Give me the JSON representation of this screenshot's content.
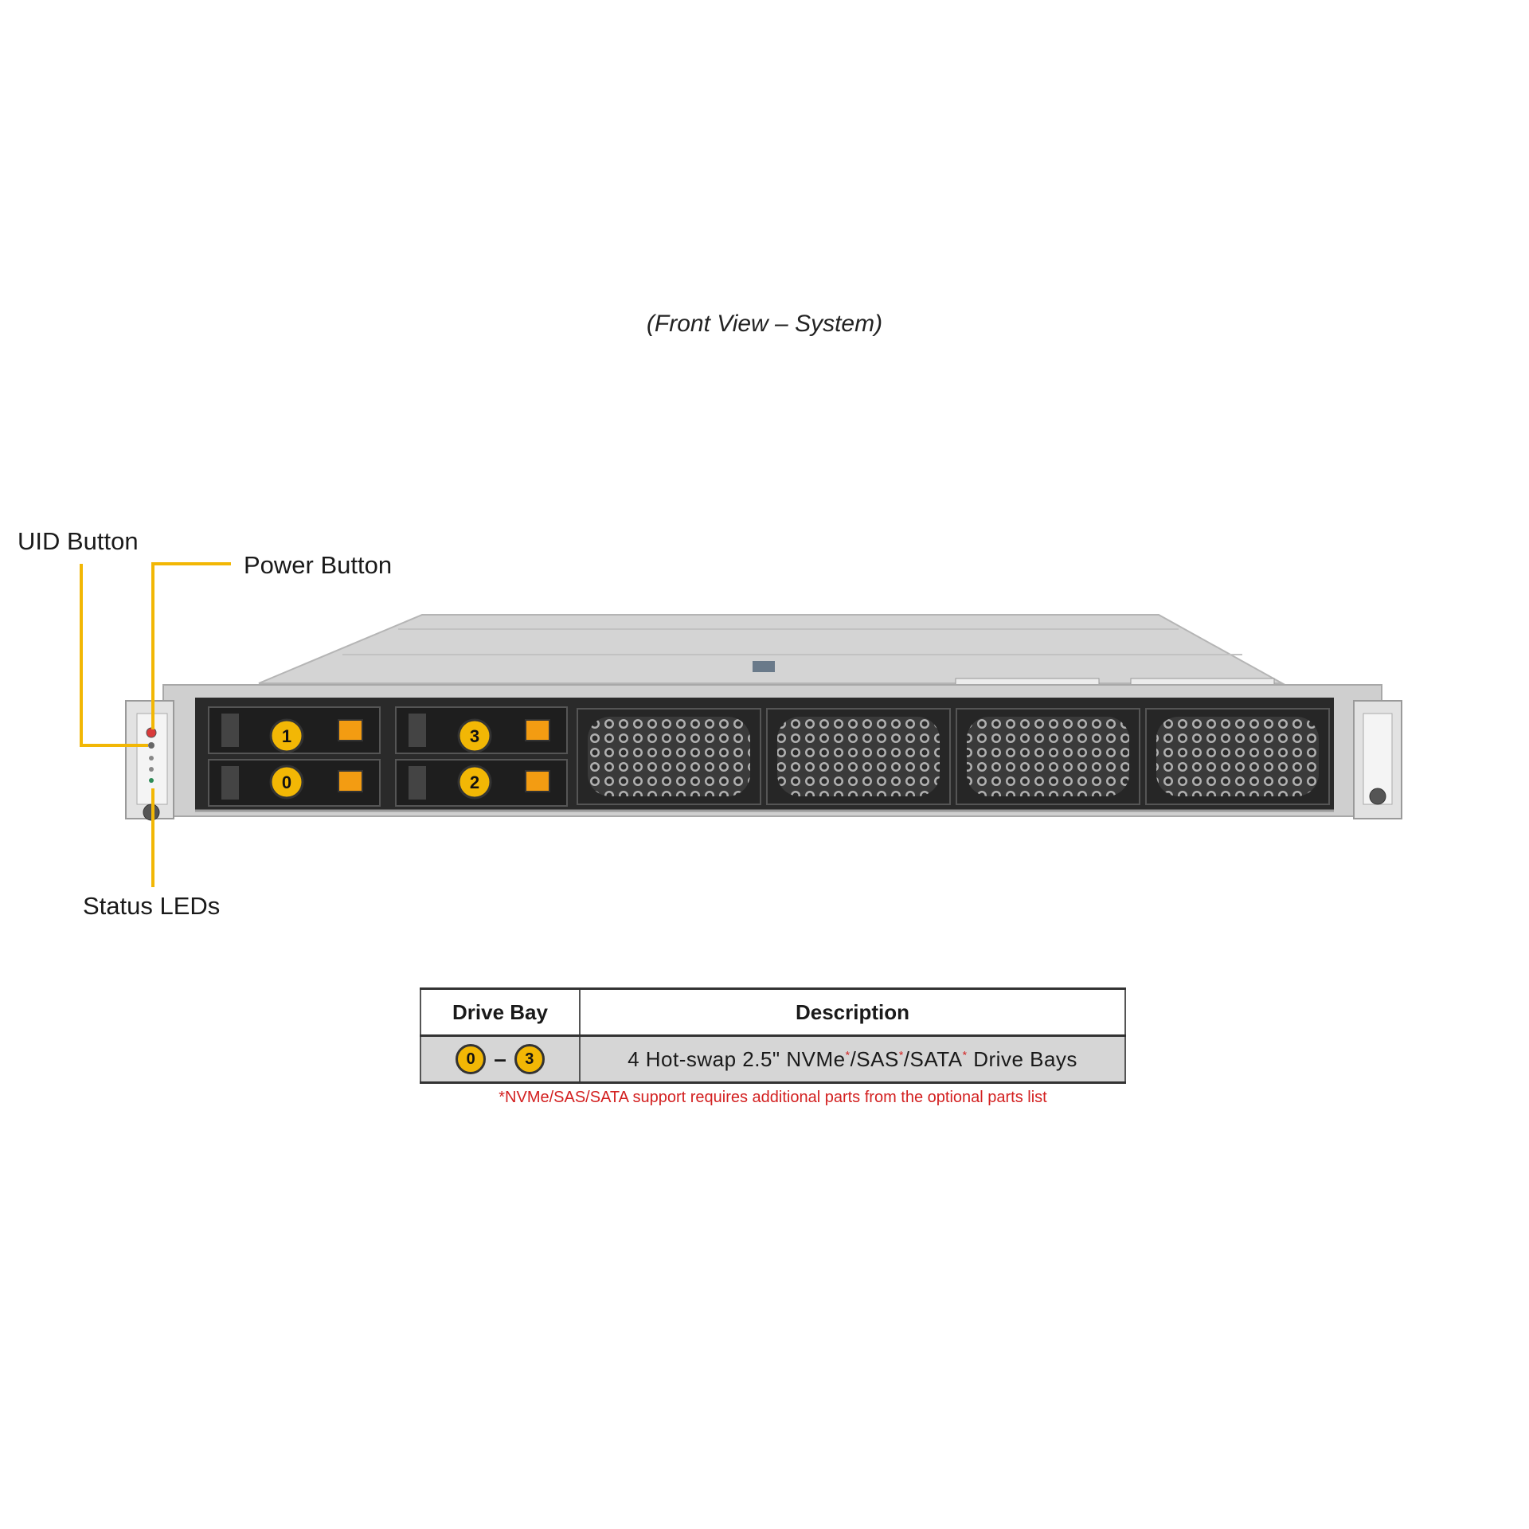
{
  "caption": "(Front View – System)",
  "callouts": {
    "uid_button": "UID Button",
    "power_button": "Power Button",
    "status_leds": "Status LEDs"
  },
  "drive_labels": [
    "1",
    "3",
    "0",
    "2"
  ],
  "table": {
    "headers": [
      "Drive Bay",
      "Description"
    ],
    "rows": [
      {
        "bay_start": "0",
        "bay_separator": "–",
        "bay_end": "3",
        "description_parts": [
          "4 Hot-swap 2.5\" NVMe",
          "/SAS",
          "/SATA",
          " Drive Bays"
        ],
        "footnote_marker": "*"
      }
    ]
  },
  "footnote": "*NVMe/SAS/SATA support requires additional parts from the optional parts list",
  "colors": {
    "accent": "#f2b705",
    "footnote": "#d32020",
    "chassis": "#c9c9c9",
    "bay_dark": "#1e1e1e",
    "drive_tab": "#f39c12"
  }
}
